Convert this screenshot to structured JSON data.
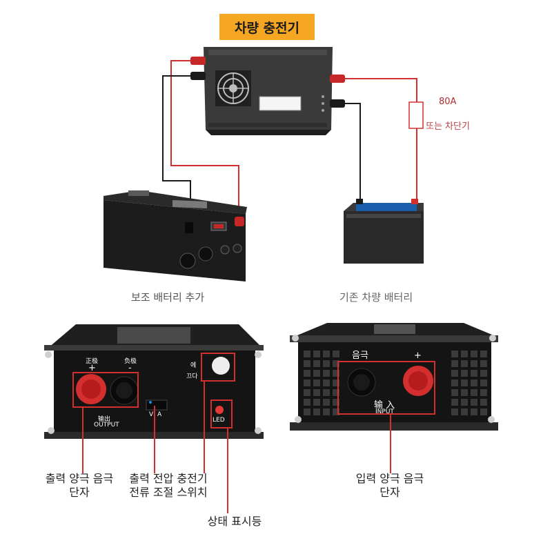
{
  "title": "차량 충전기",
  "fuse": {
    "amp": "80A",
    "or_breaker": "또는 차단기"
  },
  "labels": {
    "aux_battery": "보조 배터리 추가",
    "vehicle_battery": "기존 차량 배터리"
  },
  "front_panel": {
    "positive": "正极",
    "plus": "+",
    "negative": "负极",
    "minus": "-",
    "output_label": "输出",
    "output_label_en": "OUTPUT",
    "v": "V",
    "a": "A",
    "led": "LED",
    "switch_on": "에",
    "switch_off": "끄다"
  },
  "rear_panel": {
    "negative": "음극",
    "plus": "+",
    "input_label": "输 入",
    "input_label_en": "INPUT"
  },
  "callouts": {
    "output_terminals": "출력 양극 음극\n단자",
    "voltage_current": "출력 전압 충전기\n전류 조절 스위치",
    "status_led": "상태 표시등",
    "input_terminals": "입력 양극 음극\n단자"
  },
  "colors": {
    "title_bg": "#f5a623",
    "positive_wire": "#d32f2f",
    "negative_wire": "#1a1a1a",
    "callout_line": "#d32f2f",
    "device_body": "#2a2a2a"
  }
}
